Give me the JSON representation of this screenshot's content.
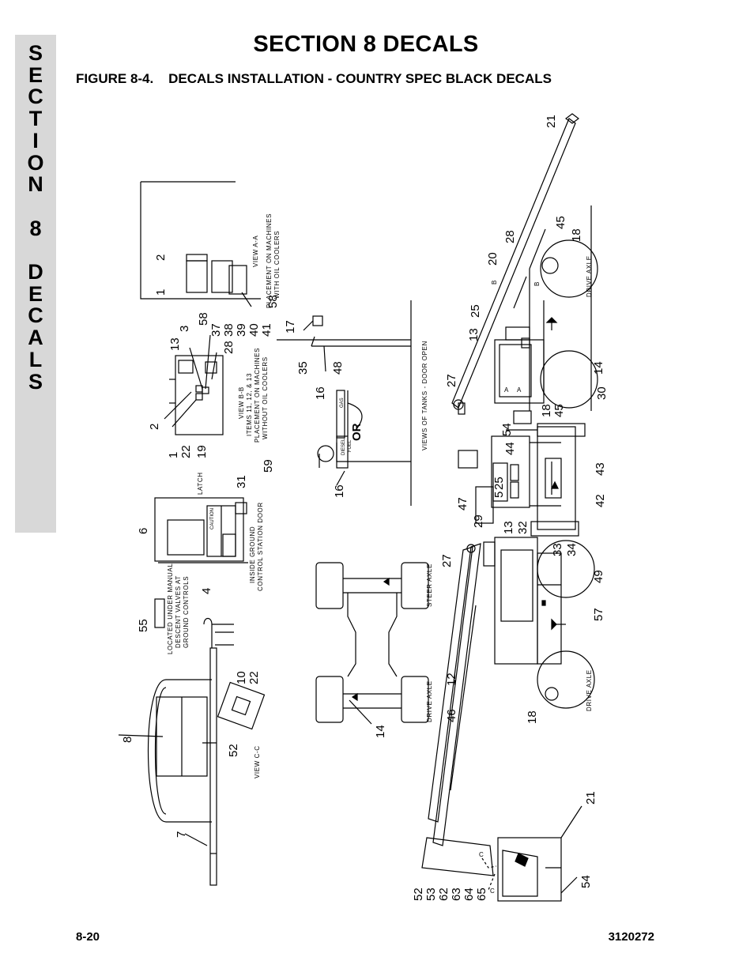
{
  "page": {
    "section_title": "SECTION 8  DECALS",
    "figure_title": "FIGURE 8-4.    DECALS INSTALLATION - COUNTRY SPEC BLACK DECALS",
    "side_tab_letters": [
      "S",
      "E",
      "C",
      "T",
      "I",
      "O",
      "N",
      "",
      "8",
      "",
      "D",
      "E",
      "C",
      "A",
      "L",
      "S"
    ],
    "page_number": "8-20",
    "doc_number": "3120272"
  },
  "diagram": {
    "captions": {
      "view_aa": "VIEW A-A",
      "placement_oil_1": "PLACEMENT ON MACHINES",
      "placement_oil_2": "WITH OIL COOLERS",
      "drive_axle": "DRIVE AXLE",
      "steer_axle": "STEER AXLE",
      "views_tanks": "VIEWS OF TANKS - DOOR OPEN",
      "view_bb": "VIEW B-B",
      "items_1": "ITEMS 11, 12, & 13",
      "items_2": "PLACEMENT ON MACHINES",
      "items_3": "WITHOUT OIL COOLERS",
      "latch": "LATCH",
      "inside_1": "INSIDE GROUND",
      "inside_2": "CONTROL STATION DOOR",
      "located_1": "LOCATED UNDER MANUAL",
      "located_2": "DESCENT VALVES AT",
      "located_3": "GROUND CONTROLS",
      "view_cc": "VIEW C-C",
      "or": "OR",
      "gas": "GAS",
      "diesel": "DIESEL",
      "fuel": "FUEL",
      "caution": "CAUTION",
      "a": "A",
      "b": "B",
      "c": "C"
    },
    "callouts": {
      "n1": "1",
      "n2": "2",
      "n3": "3",
      "n4": "4",
      "n5": "5",
      "n6": "6",
      "n7": "7",
      "n8": "8",
      "n10": "10",
      "n12": "12",
      "n13": "13",
      "n14": "14",
      "n16": "16",
      "n17": "17",
      "n18": "18",
      "n19": "19",
      "n20": "20",
      "n21": "21",
      "n22": "22",
      "n25": "25",
      "n27": "27",
      "n28": "28",
      "n29": "29",
      "n30": "30",
      "n31": "31",
      "n32": "32",
      "n33": "33",
      "n34": "34",
      "n35": "35",
      "n37": "37",
      "n38": "38",
      "n39": "39",
      "n40": "40",
      "n41": "41",
      "n42": "42",
      "n43": "43",
      "n44": "44",
      "n45": "45",
      "n46": "46",
      "n47": "47",
      "n48": "48",
      "n49": "49",
      "n52": "52",
      "n53": "53",
      "n54": "54",
      "n55": "55",
      "n57": "57",
      "n58": "58",
      "n59": "59",
      "n62": "62",
      "n63": "63",
      "n64": "64",
      "n65": "65"
    }
  }
}
